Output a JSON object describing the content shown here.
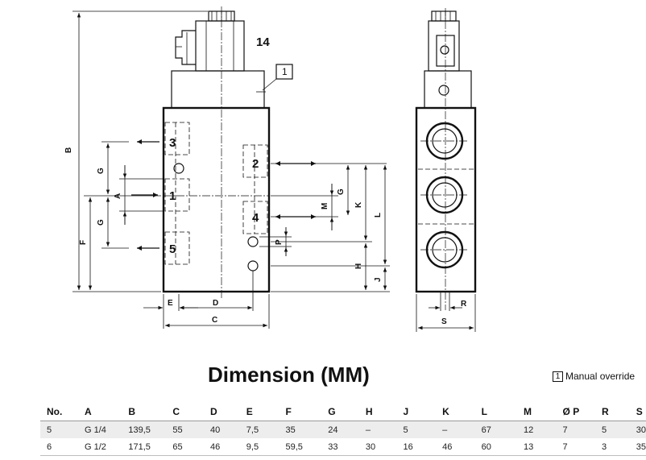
{
  "drawing": {
    "callout_solenoid": "14",
    "callout_box": "1",
    "ports": [
      "3",
      "1",
      "5",
      "2",
      "4"
    ],
    "dim_labels": {
      "A": "A",
      "B": "B",
      "C": "C",
      "D": "D",
      "E": "E",
      "F": "F",
      "G": "G",
      "H": "H",
      "J": "J",
      "K": "K",
      "L": "L",
      "M": "M",
      "P": "P",
      "R": "R",
      "S": "S"
    }
  },
  "title": "Dimension (MM)",
  "legend": {
    "box": "1",
    "text": "Manual override"
  },
  "table": {
    "headers": [
      "No.",
      "A",
      "B",
      "C",
      "D",
      "E",
      "F",
      "G",
      "H",
      "J",
      "K",
      "L",
      "M",
      "Ø P",
      "R",
      "S"
    ],
    "rows": [
      [
        "5",
        "G 1/4",
        "139,5",
        "55",
        "40",
        "7,5",
        "35",
        "24",
        "–",
        "5",
        "–",
        "67",
        "12",
        "7",
        "5",
        "30"
      ],
      [
        "6",
        "G 1/2",
        "171,5",
        "65",
        "46",
        "9,5",
        "59,5",
        "33",
        "30",
        "16",
        "46",
        "60",
        "13",
        "7",
        "3",
        "35"
      ]
    ]
  }
}
